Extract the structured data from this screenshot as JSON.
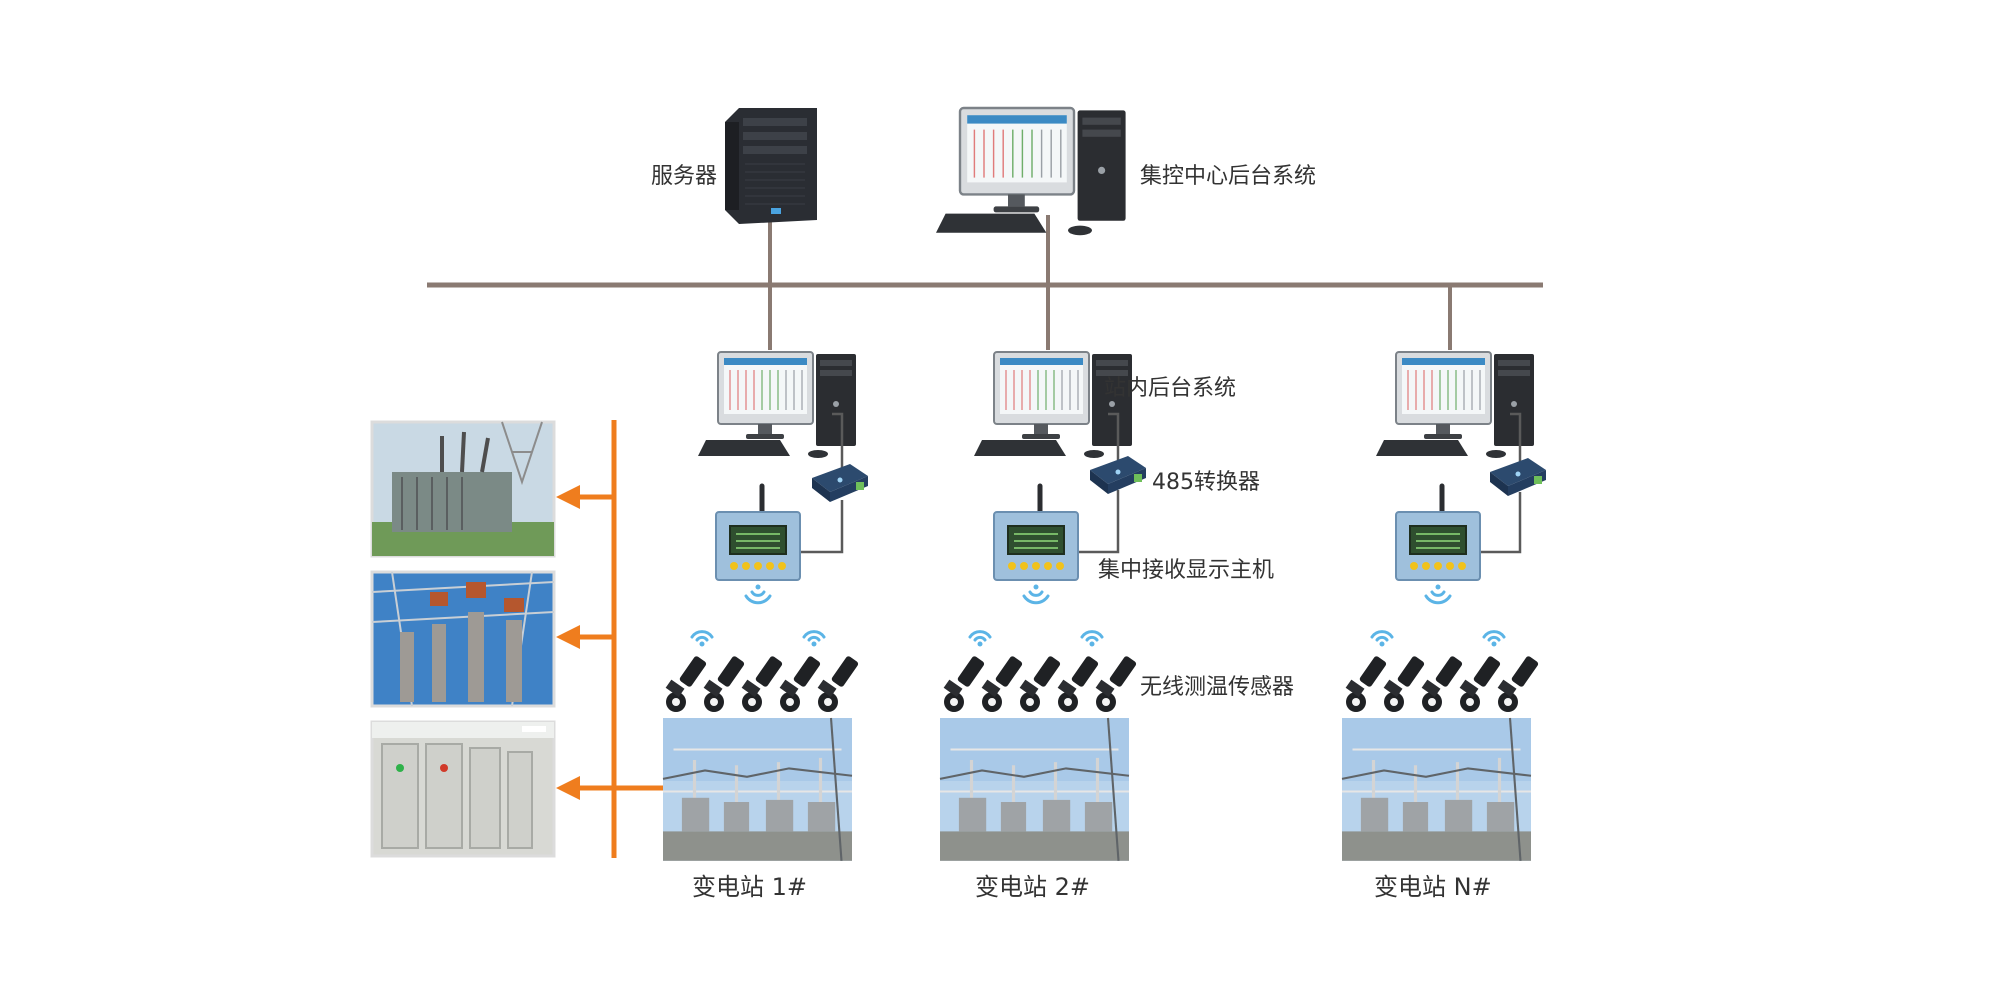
{
  "labels": {
    "server": "服务器",
    "control_center": "集控中心后台系统",
    "station_backend": "站内后台系统",
    "converter": "485转换器",
    "receiver_host": "集中接收显示主机",
    "wireless_sensor": "无线测温传感器"
  },
  "stations": [
    {
      "name": "变电站 1#"
    },
    {
      "name": "变电站 2#"
    },
    {
      "name": "变电站 N#"
    }
  ],
  "colors": {
    "bus_line": "#8a7a72",
    "orange_bus": "#ef7d1e",
    "wifi": "#5bb4e6",
    "wire": "#5a5a5a"
  },
  "icons": {
    "server": "server-tower-icon",
    "workstation": "desktop-computer-icon",
    "converter": "rs485-converter-icon",
    "receiver": "receiver-display-host-icon",
    "sensor": "temperature-sensor-icon",
    "wireless": "wireless-signal-icon"
  }
}
